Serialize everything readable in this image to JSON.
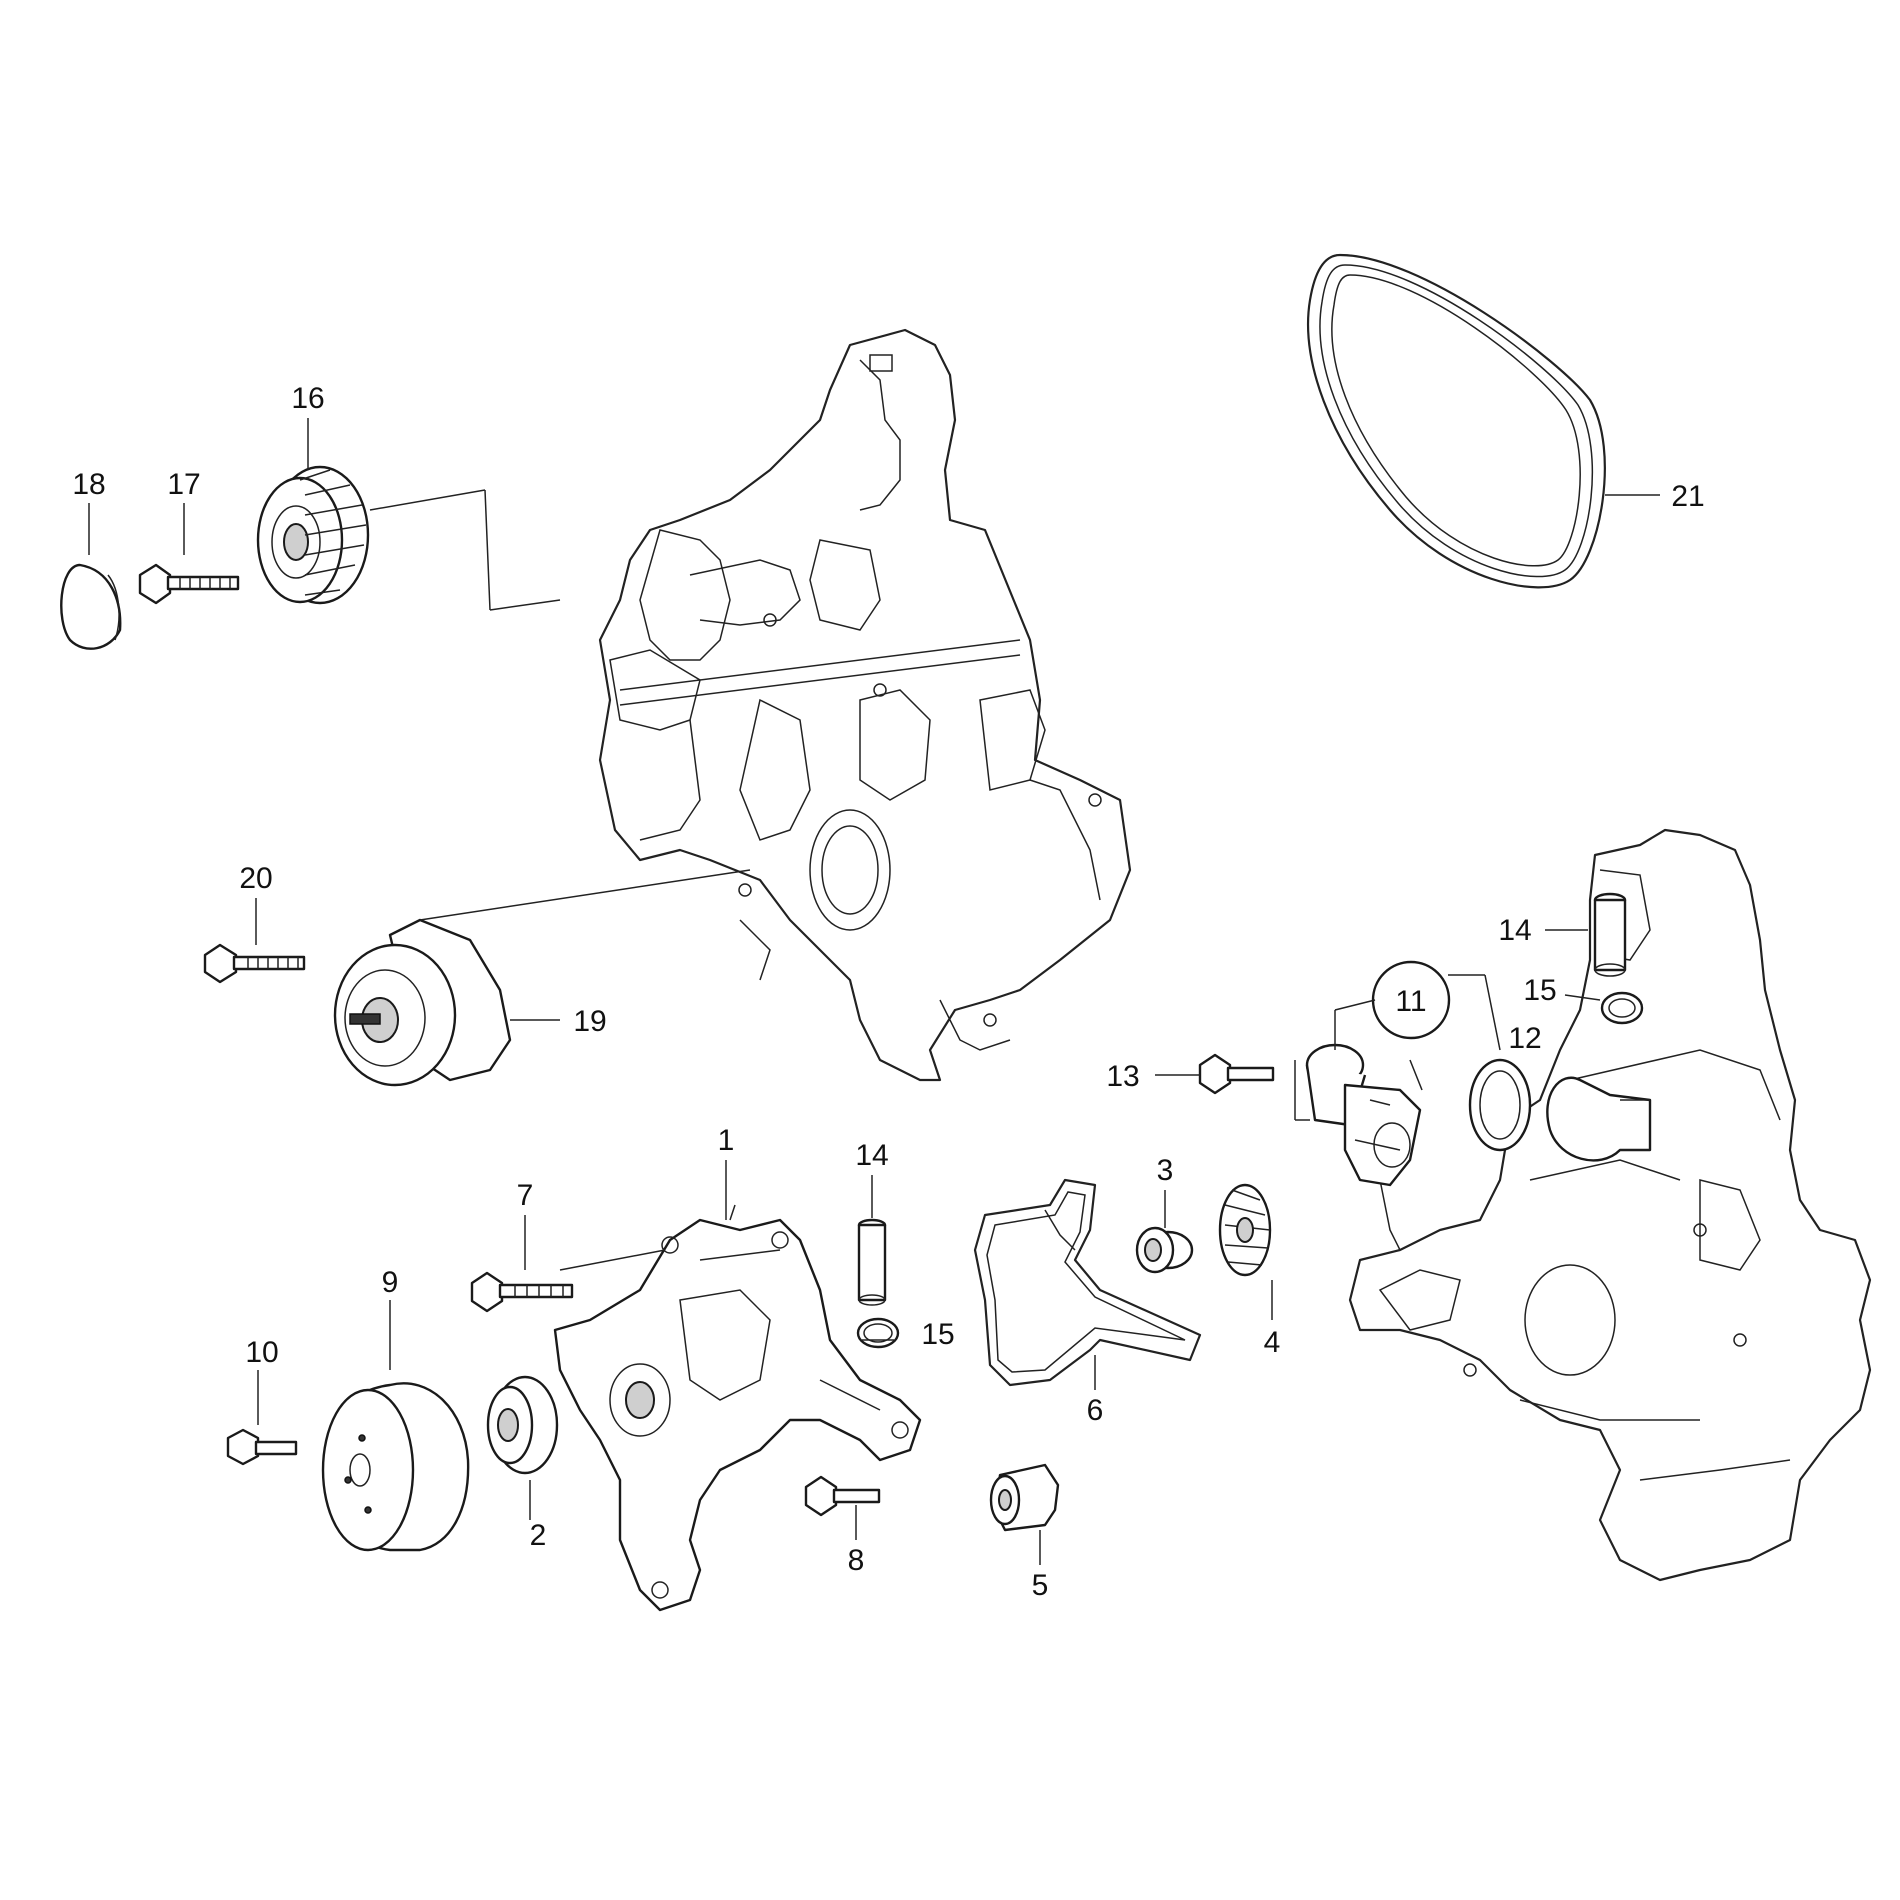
{
  "callouts": {
    "c1": "1",
    "c2": "2",
    "c3": "3",
    "c4": "4",
    "c5": "5",
    "c6": "6",
    "c7": "7",
    "c8": "8",
    "c9": "9",
    "c10": "10",
    "c11": "11",
    "c12": "12",
    "c13": "13",
    "c14a": "14",
    "c14b": "14",
    "c15a": "15",
    "c15b": "15",
    "c16": "16",
    "c17": "17",
    "c18": "18",
    "c19": "19",
    "c20": "20",
    "c21": "21"
  }
}
